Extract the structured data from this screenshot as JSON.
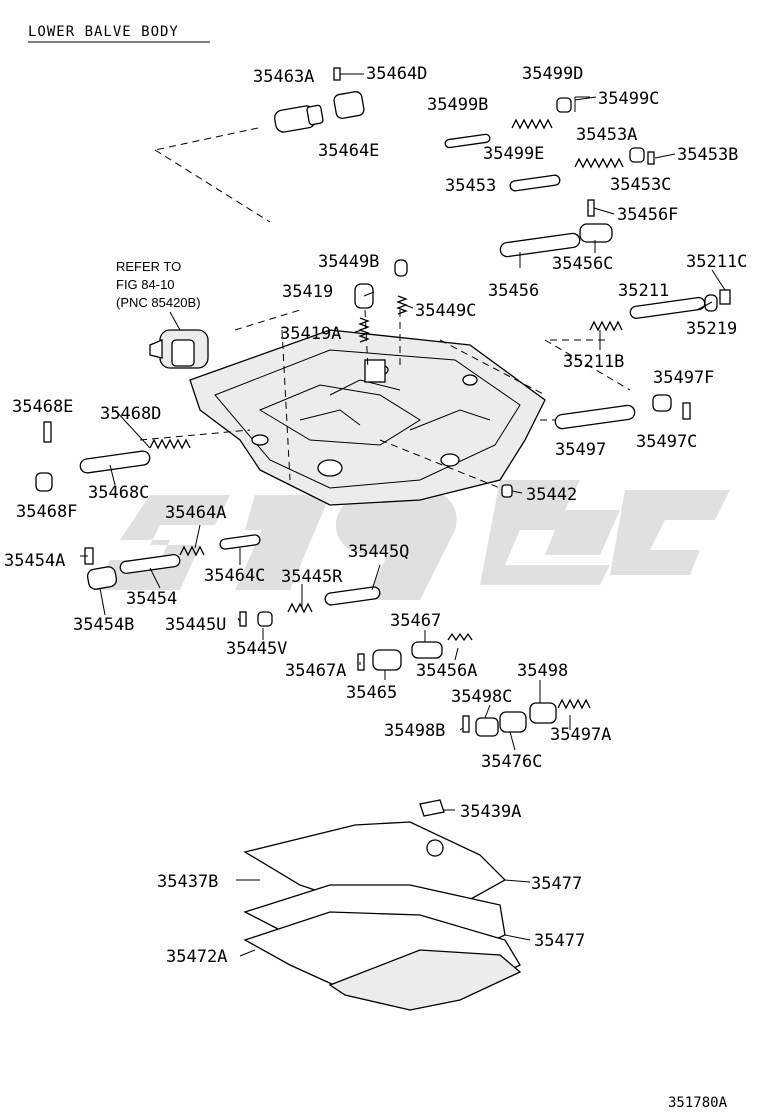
{
  "title": "LOWER BALVE BODY",
  "reference_note": [
    "REFER TO",
    "FIG 84-10",
    "(PNC 85420B)"
  ],
  "figure_number": "351780A",
  "part_labels": {
    "p35463A": "35463A",
    "p35464D": "35464D",
    "p35464E": "35464E",
    "p35499D": "35499D",
    "p35499B": "35499B",
    "p35499C": "35499C",
    "p35499E": "35499E",
    "p35453A": "35453A",
    "p35453B": "35453B",
    "p35453": "35453",
    "p35453C": "35453C",
    "p35456F": "35456F",
    "p35449B": "35449B",
    "p35456C": "35456C",
    "p35211C": "35211C",
    "p35419": "35419",
    "p35456": "35456",
    "p35211": "35211",
    "p35449C": "35449C",
    "p35219": "35219",
    "p35419A": "35419A",
    "p35211B": "35211B",
    "p35497F": "35497F",
    "p35468E": "35468E",
    "p35468D": "35468D",
    "p35497": "35497",
    "p35497C": "35497C",
    "p35468C": "35468C",
    "p35442": "35442",
    "p35468F": "35468F",
    "p35464A": "35464A",
    "p35454A": "35454A",
    "p35445Q": "35445Q",
    "p35464C": "35464C",
    "p35445R": "35445R",
    "p35454": "35454",
    "p35454B": "35454B",
    "p35445U": "35445U",
    "p35467": "35467",
    "p35445V": "35445V",
    "p35467A": "35467A",
    "p35456A": "35456A",
    "p35498": "35498",
    "p35465": "35465",
    "p35498C": "35498C",
    "p35498B": "35498B",
    "p35497A": "35497A",
    "p35476C": "35476C",
    "p35439A": "35439A",
    "p35437B": "35437B",
    "p35477a": "35477",
    "p35477b": "35477",
    "p35472A": "35472A"
  }
}
